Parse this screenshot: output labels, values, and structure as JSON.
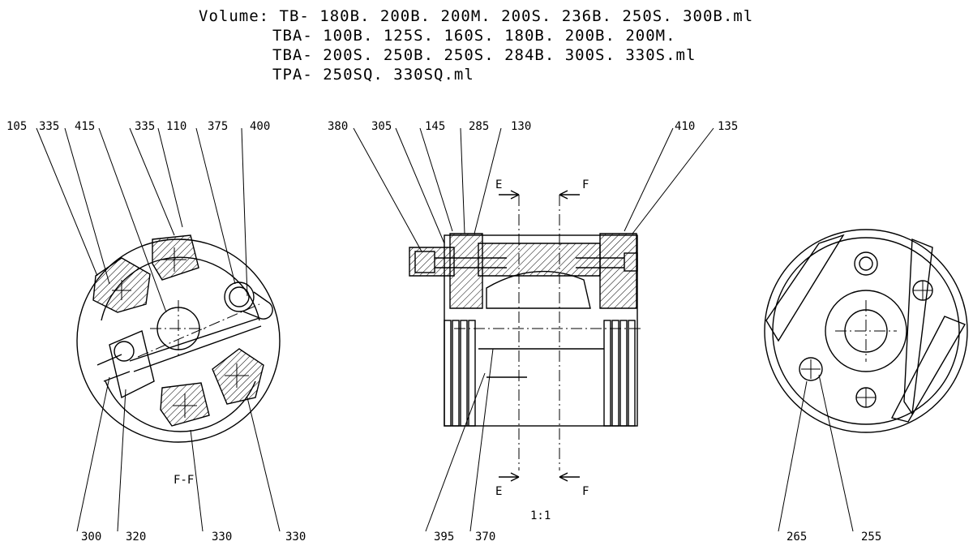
{
  "header": {
    "line1": "Volume: TB- 180B. 200B. 200M. 200S. 236B. 250S. 300B.ml",
    "line2": "TBA- 100B. 125S. 160S. 180B. 200B. 200M.",
    "line3": "TBA- 200S. 250B. 250S. 284B. 300S. 330S.ml",
    "line4": "TPA- 250SQ. 330SQ.ml"
  },
  "left_view": {
    "section_label": "F-F",
    "callouts_top": [
      "105",
      "335",
      "415",
      "335",
      "110",
      "375",
      "400"
    ],
    "callouts_bottom": [
      "300",
      "320",
      "330",
      "330"
    ]
  },
  "center_view": {
    "callouts_top": [
      "380",
      "305",
      "145",
      "285",
      "130",
      "410",
      "135"
    ],
    "callouts_bottom": [
      "395",
      "370"
    ],
    "section_marks": [
      "E",
      "F",
      "E",
      "F"
    ],
    "scale": "1:1"
  },
  "right_view": {
    "callouts_bottom": [
      "265",
      "255"
    ]
  }
}
